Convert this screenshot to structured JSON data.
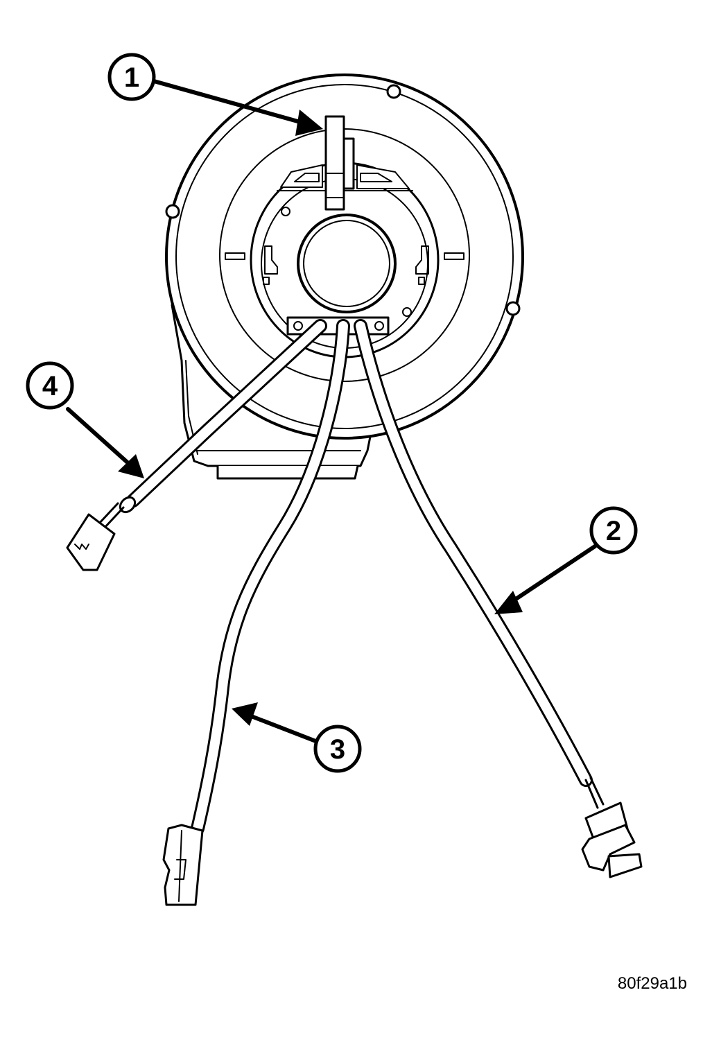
{
  "callouts": [
    {
      "id": "1",
      "label": "1"
    },
    {
      "id": "2",
      "label": "2"
    },
    {
      "id": "3",
      "label": "3"
    },
    {
      "id": "4",
      "label": "4"
    }
  ],
  "figure_id": "80f29a1b",
  "colors": {
    "line": "#000000",
    "background": "#ffffff"
  }
}
